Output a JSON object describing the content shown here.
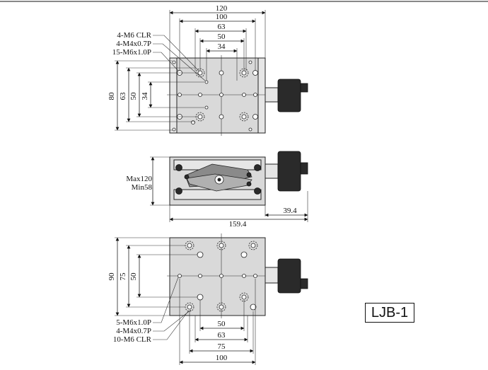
{
  "top_view": {
    "dim_120": "120",
    "dim_100": "100",
    "dim_63": "63",
    "dim_50": "50",
    "dim_34": "34",
    "dim_80": "80",
    "dim_63v": "63",
    "dim_50v": "50",
    "dim_34v": "34",
    "callouts": [
      "4-M6 CLR",
      "4-M4x0.7P",
      "15-M6x1.0P"
    ]
  },
  "side_view": {
    "height_max": "Max120",
    "height_min": "Min58",
    "dim_159_4": "159.4",
    "dim_39_4": "39.4"
  },
  "bottom_view": {
    "dim_90": "90",
    "dim_75v": "75",
    "dim_50v": "50",
    "dim_50": "50",
    "dim_63": "63",
    "dim_75": "75",
    "dim_100": "100",
    "callouts": [
      "5-M6x1.0P",
      "4-M4x0.7P",
      "10-M6 CLR"
    ]
  },
  "model": "LJB-1"
}
